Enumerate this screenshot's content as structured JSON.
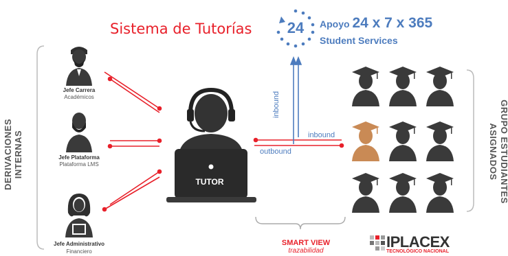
{
  "title": "Sistema de Tutorías",
  "support": {
    "badge": "24",
    "line1_prefix": "Apoyo",
    "line1_value": "24 x 7 x 365",
    "line2": "Student Services"
  },
  "left_group_label": "DERIVACIONES INTERNAS",
  "right_group_label_1": "GRUPO ESTUDIANTES",
  "right_group_label_2": "ASIGNADOS",
  "roles": [
    {
      "title": "Jefe Carrera",
      "subtitle": "Académicos"
    },
    {
      "title": "Jefe Plataforma",
      "subtitle": "Plataforma LMS"
    },
    {
      "title": "Jefe Administrativo",
      "subtitle": "Financiero"
    }
  ],
  "tutor_label": "TUTOR",
  "flows": {
    "inbound_vertical": "inbound",
    "inbound_horizontal": "inbound",
    "outbound": "outbound"
  },
  "smart_view": "SMART VIEW",
  "traceability": "trazabilidad",
  "brand": {
    "name": "IPLACEX",
    "tagline": "TECNOLÓGICO NACIONAL"
  },
  "colors": {
    "red": "#e8202a",
    "blue": "#4d7cbe",
    "dark": "#3a3a3a",
    "highlight_student": "#c98a55"
  }
}
